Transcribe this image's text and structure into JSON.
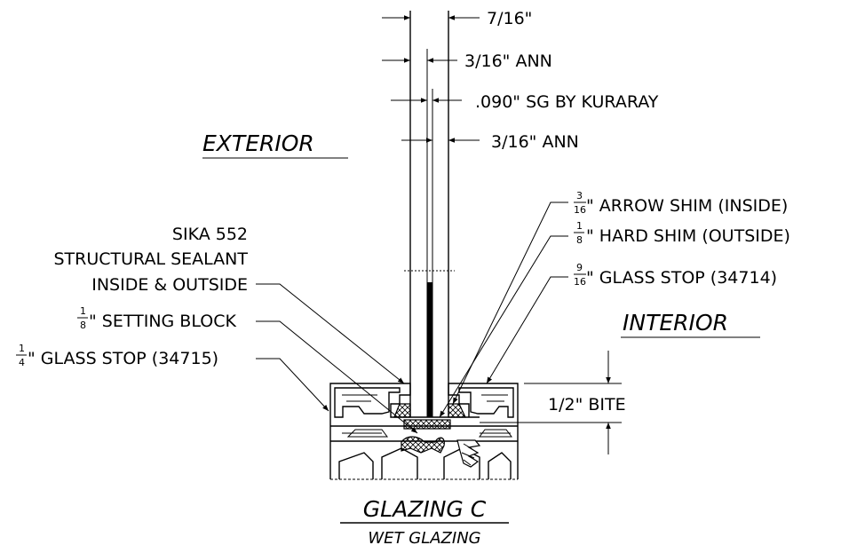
{
  "labels": {
    "dim_7_16": "7/16\"",
    "dim_3_16_ann_top": "3/16\"  ANN",
    "dim_sg": ".090\"  SG  BY  KURARAY",
    "dim_3_16_ann_bottom": "3/16\"  ANN",
    "exterior": "EXTERIOR",
    "interior": "INTERIOR",
    "arrow_shim_num": "3",
    "arrow_shim_den": "16",
    "arrow_shim": "\"  ARROW  SHIM  (INSIDE)",
    "hard_shim_num": "1",
    "hard_shim_den": "8",
    "hard_shim": "\"  HARD  SHIM  (OUTSIDE)",
    "glass_stop_right_num": "9",
    "glass_stop_right_den": "16",
    "glass_stop_right": "\"  GLASS  STOP  (34714)",
    "sealant_1": "SIKA  552",
    "sealant_2": "STRUCTURAL  SEALANT",
    "sealant_3": "INSIDE  &  OUTSIDE",
    "setting_block_num": "1",
    "setting_block_den": "8",
    "setting_block": "\"  SETTING  BLOCK",
    "glass_stop_left_num": "1",
    "glass_stop_left_den": "4",
    "glass_stop_left": "\"  GLASS  STOP  (34715)",
    "bite": "1/2\"  BITE",
    "title": "GLAZING C",
    "subtitle": "WET GLAZING"
  }
}
